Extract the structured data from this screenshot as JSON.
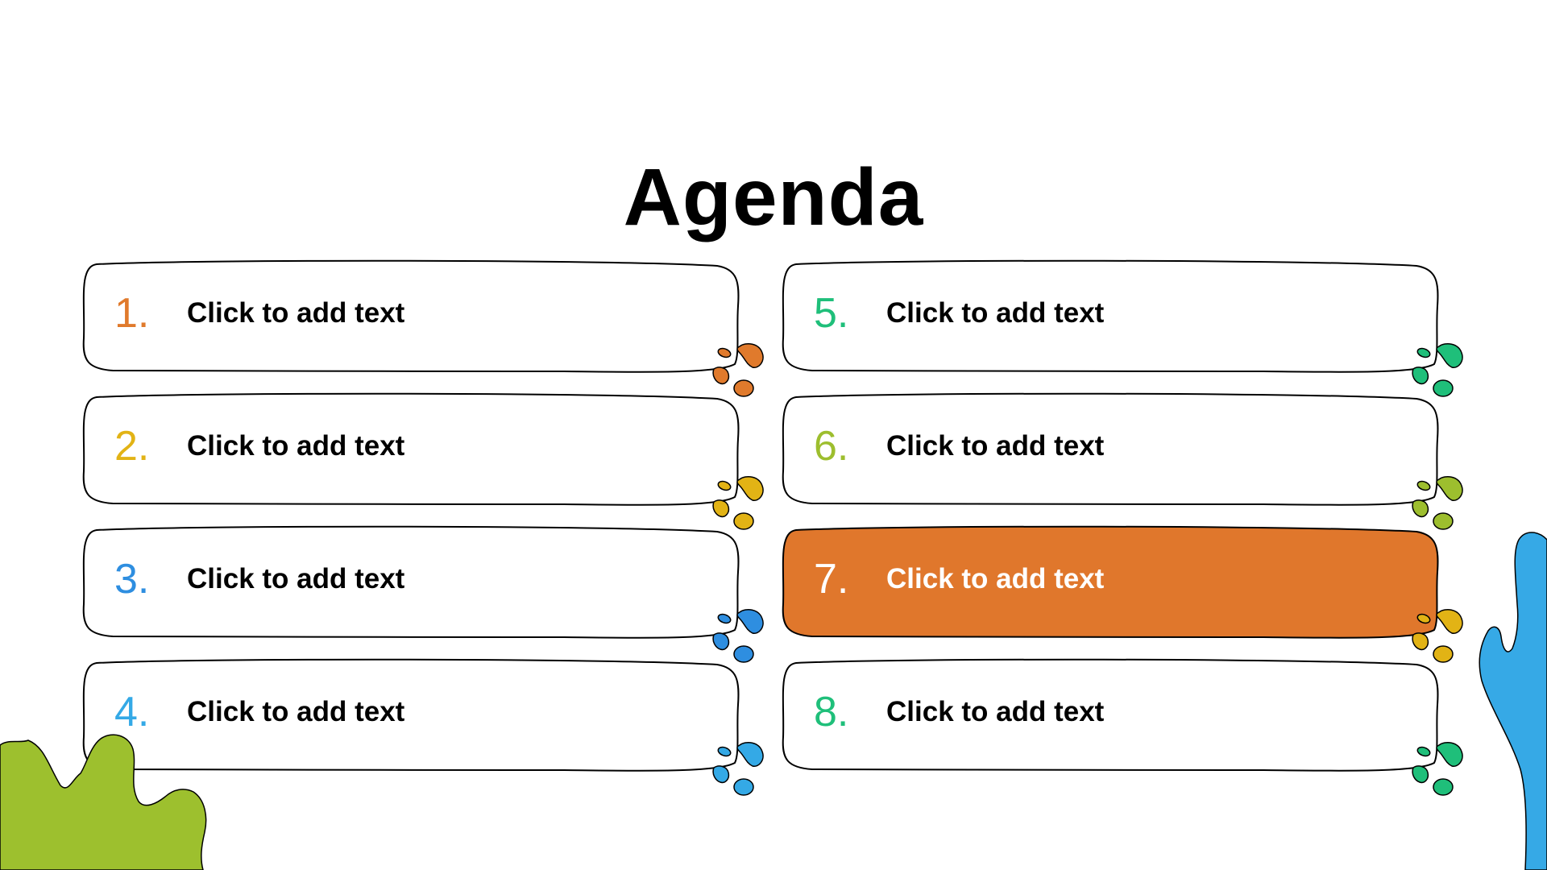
{
  "slide": {
    "title": "Agenda",
    "items": [
      {
        "number": "1.",
        "label": "Click to add text",
        "color": "#E07A2C"
      },
      {
        "number": "2.",
        "label": "Click to add text",
        "color": "#E2B315"
      },
      {
        "number": "3.",
        "label": "Click to add text",
        "color": "#2E8EE0"
      },
      {
        "number": "4.",
        "label": "Click to add text",
        "color": "#34A9E6"
      },
      {
        "number": "5.",
        "label": "Click to add text",
        "color": "#1FBF7A"
      },
      {
        "number": "6.",
        "label": "Click to add text",
        "color": "#9DBE2E"
      },
      {
        "number": "7.",
        "label": "Click to add text",
        "color": "#E2B315",
        "highlighted": true,
        "fill": "#E0772C"
      },
      {
        "number": "8.",
        "label": "Click to add text",
        "color": "#1FBF7A"
      }
    ],
    "decorations": {
      "left_blob_color": "#9DC02E",
      "right_blob_color": "#36A9E6",
      "outline_color": "#000000"
    }
  }
}
